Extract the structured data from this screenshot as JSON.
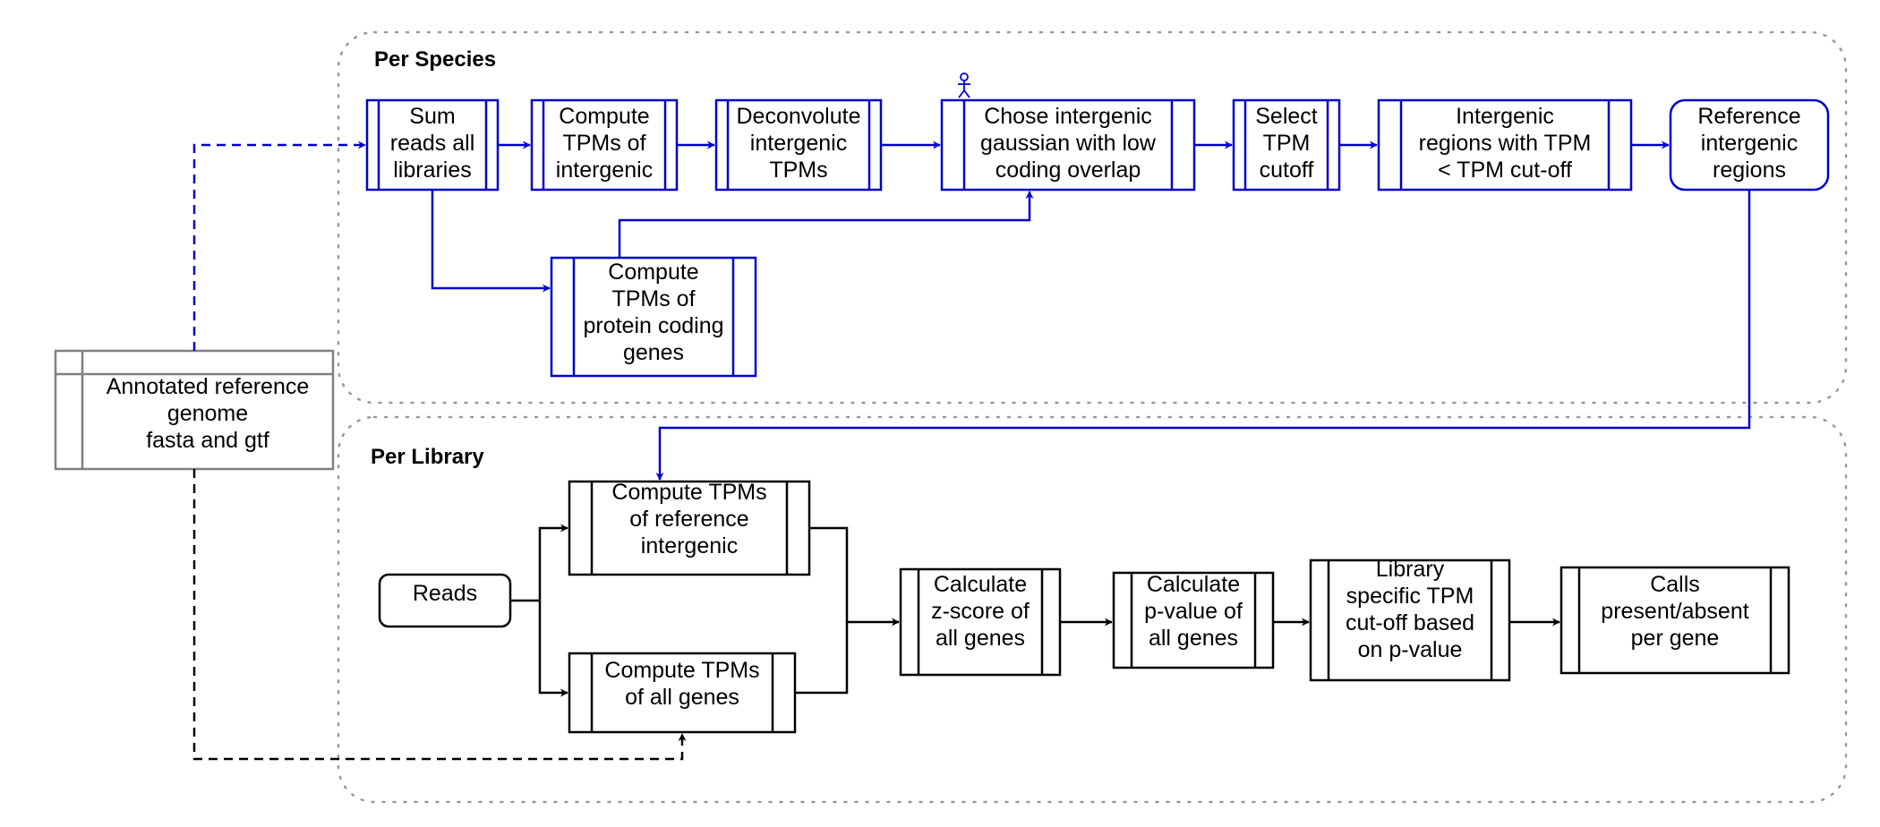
{
  "groups": {
    "per_species": "Per Species",
    "per_library": "Per Library"
  },
  "nodes": {
    "sum_reads": [
      "Sum",
      "reads all",
      "libraries"
    ],
    "tpm_intergenic": [
      "Compute",
      "TPMs of",
      "intergenic"
    ],
    "deconvolute": [
      "Deconvolute",
      "intergenic",
      "TPMs"
    ],
    "chose_gaussian": [
      "Chose intergenic",
      "gaussian with low",
      "coding overlap"
    ],
    "select_cutoff": [
      "Select",
      "TPM",
      "cutoff"
    ],
    "intergenic_regions": [
      "Intergenic",
      "regions with TPM",
      "< TPM cut-off"
    ],
    "reference_regions": [
      "Reference",
      "intergenic",
      "regions"
    ],
    "tpm_protein_coding": [
      "Compute",
      "TPMs of",
      "protein coding",
      "genes"
    ],
    "annotated_genome": [
      "Annotated reference",
      "genome",
      "fasta and gtf"
    ],
    "reads": [
      "Reads"
    ],
    "tpm_reference_intergenic": [
      "Compute TPMs",
      "of reference",
      "intergenic"
    ],
    "tpm_all_genes": [
      "Compute TPMs",
      "of all genes"
    ],
    "zscore": [
      "Calculate",
      "z-score of",
      "all genes"
    ],
    "pvalue": [
      "Calculate",
      "p-value of",
      "all genes"
    ],
    "library_cutoff": [
      "Library",
      "specific TPM",
      "cut-off based",
      "on p-value"
    ],
    "calls": [
      "Calls",
      "present/absent",
      "per gene"
    ]
  },
  "colors": {
    "species_flow": "#0000cc",
    "library_flow": "#000000",
    "genome_box": "#808080",
    "group_border": "#999999"
  }
}
